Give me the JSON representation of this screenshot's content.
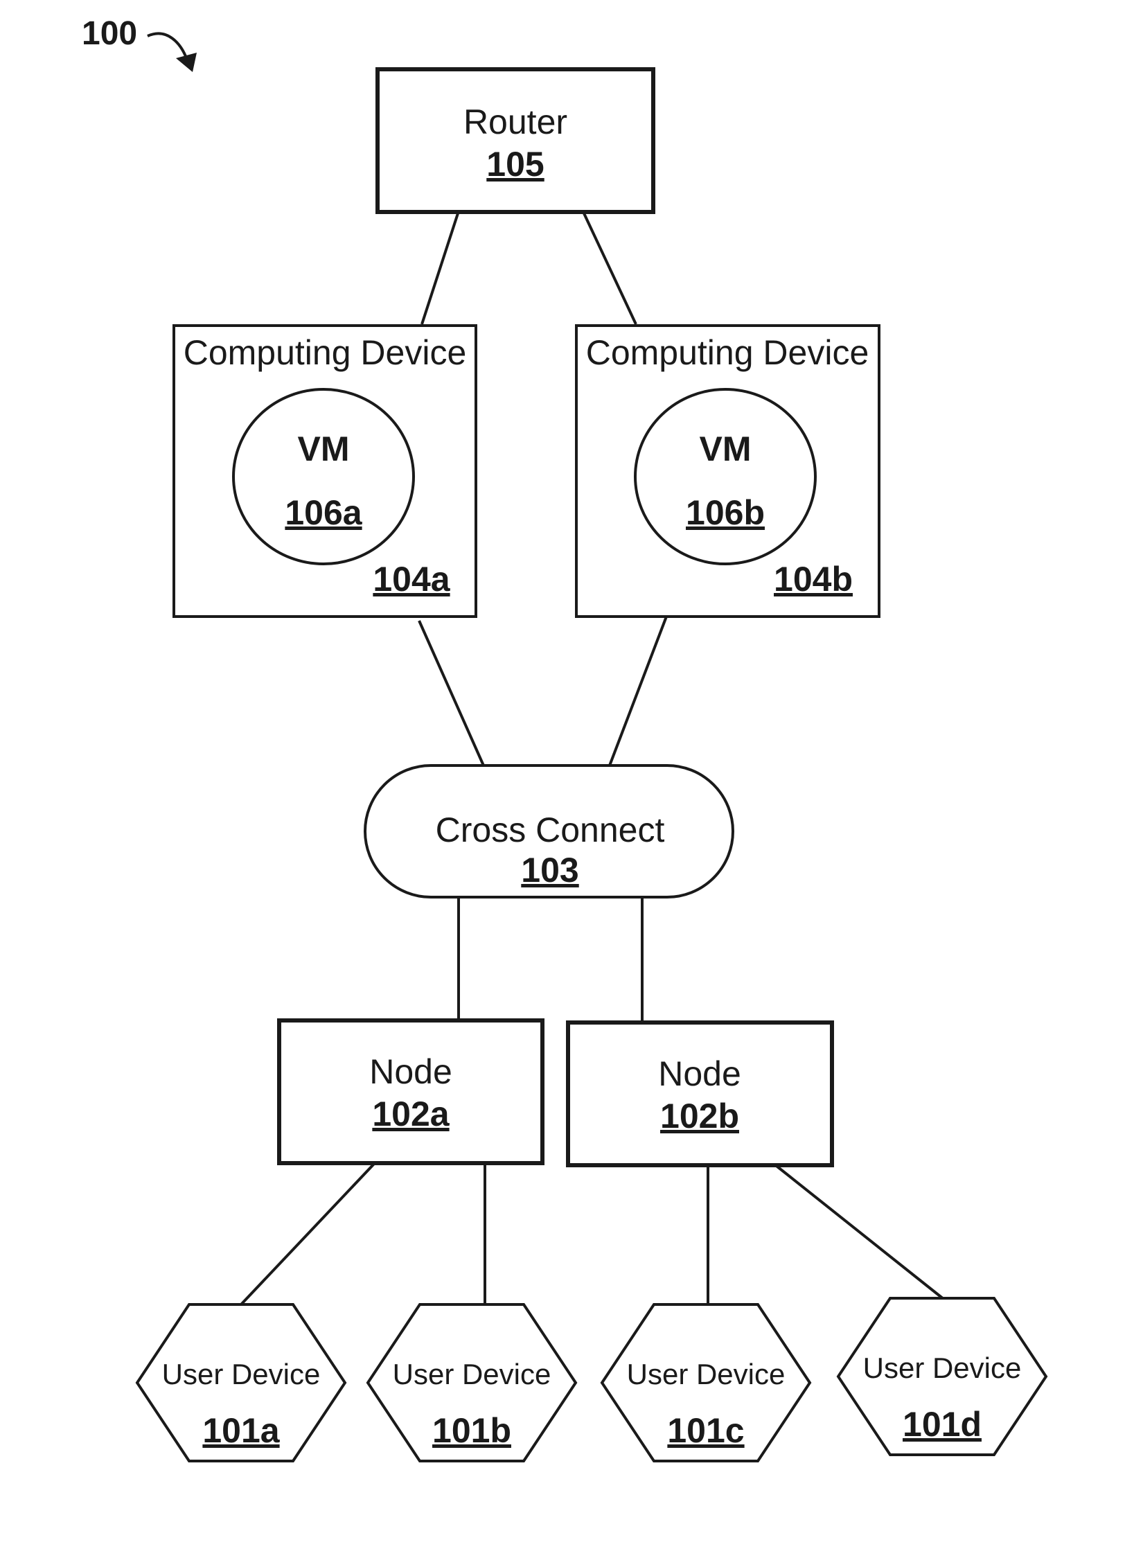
{
  "figure_ref": "100",
  "router": {
    "label": "Router",
    "ref": "105"
  },
  "computing_devices": [
    {
      "label": "Computing Device",
      "ref": "104a",
      "vm_label": "VM",
      "vm_ref": "106a"
    },
    {
      "label": "Computing Device",
      "ref": "104b",
      "vm_label": "VM",
      "vm_ref": "106b"
    }
  ],
  "cross_connect": {
    "label": "Cross Connect",
    "ref": "103"
  },
  "nodes": [
    {
      "label": "Node",
      "ref": "102a"
    },
    {
      "label": "Node",
      "ref": "102b"
    }
  ],
  "user_devices": [
    {
      "label": "User Device",
      "ref": "101a"
    },
    {
      "label": "User Device",
      "ref": "101b"
    },
    {
      "label": "User Device",
      "ref": "101c"
    },
    {
      "label": "User Device",
      "ref": "101d"
    }
  ]
}
